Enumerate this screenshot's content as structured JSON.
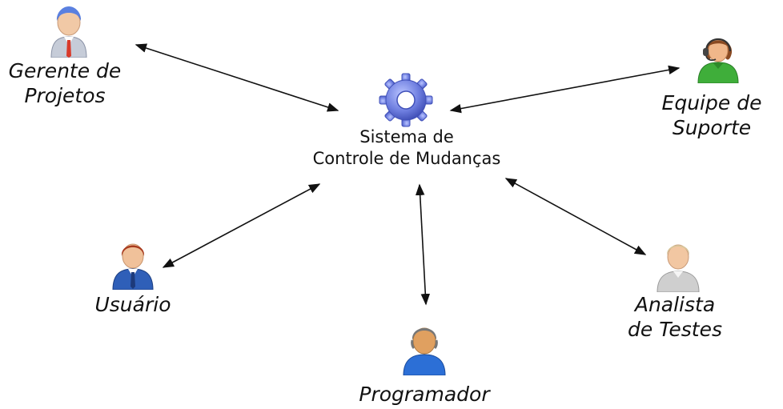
{
  "center": {
    "line1": "Sistema de",
    "line2": "Controle de Mudanças",
    "icon": "gear-icon"
  },
  "actors": {
    "gerente": {
      "line1": "Gerente de",
      "line2": "Projetos",
      "icon": "manager-person-icon"
    },
    "suporte": {
      "line1": "Equipe de",
      "line2": "Suporte",
      "icon": "support-headset-person-icon"
    },
    "usuario": {
      "line1": "Usuário",
      "icon": "user-suit-person-icon"
    },
    "programador": {
      "line1": "Programador",
      "icon": "programmer-person-icon"
    },
    "analista": {
      "line1": "Analista",
      "line2": "de Testes",
      "icon": "tester-person-icon"
    }
  },
  "colors": {
    "gear": "#6f7fe0",
    "manager_shirt": "#b8c0d0",
    "manager_tie": "#d93a2a",
    "manager_hair": "#3a5fc8",
    "support_shirt": "#3fae3a",
    "user_suit": "#2f5fb8",
    "programmer_shirt": "#2c6fd6",
    "tester_shirt": "#c9c9c9"
  }
}
